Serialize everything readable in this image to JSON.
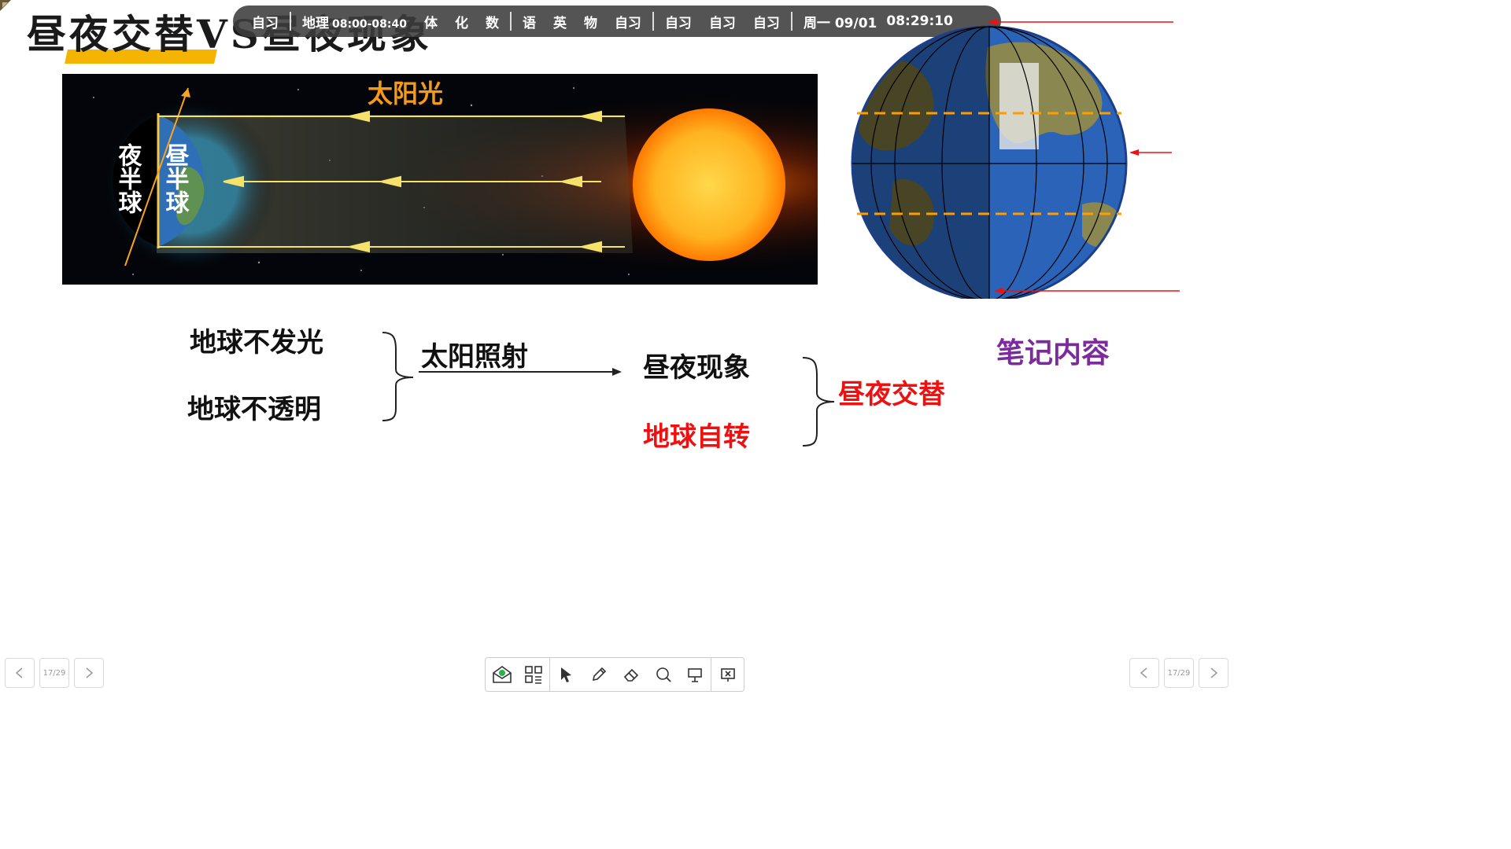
{
  "slide": {
    "title": "昼夜交替VS昼夜现象"
  },
  "schedule": {
    "items": [
      {
        "label": "自习"
      },
      {
        "label": "地理",
        "time": "08:00-08:40"
      },
      {
        "label": "体"
      },
      {
        "label": "化"
      },
      {
        "label": "数"
      },
      {
        "label": "语"
      },
      {
        "label": "英"
      },
      {
        "label": "物"
      },
      {
        "label": "自习"
      },
      {
        "label": "自习"
      },
      {
        "label": "自习"
      },
      {
        "label": "自习"
      }
    ],
    "date": "周一 09/01",
    "clock": "08:29:10"
  },
  "space_image": {
    "sunlight_label": "太阳光",
    "night_label": "夜半球",
    "day_label": "昼半球"
  },
  "concept_map": {
    "cause1": "地球不发光",
    "cause2": "地球不透明",
    "condition": "太阳照射",
    "result": "昼夜现象",
    "rotation": "地球自转",
    "outcome": "昼夜交替"
  },
  "notes_label": "笔记内容",
  "pager": {
    "left": "17/29",
    "right": "17/29"
  },
  "colors": {
    "accent_yellow": "#f4b400",
    "red": "#ee1111",
    "purple": "#7b2b9c"
  }
}
